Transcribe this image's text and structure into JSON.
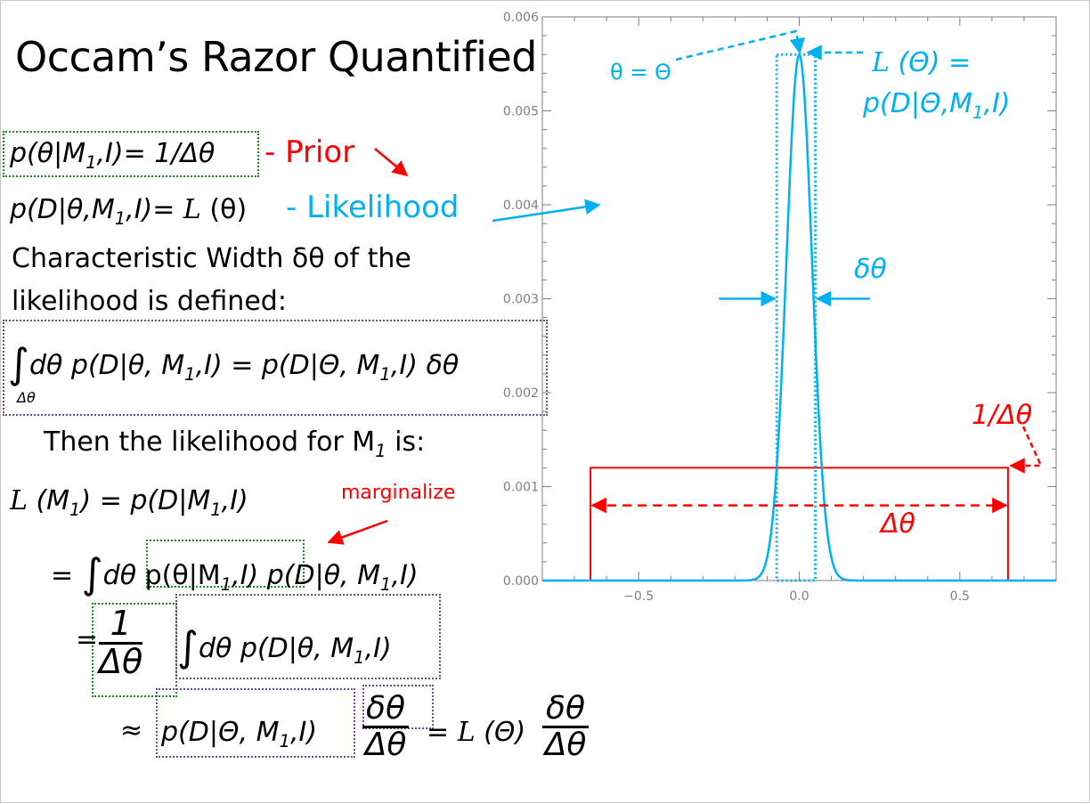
{
  "slide": {
    "title": "Occam’s Razor Quantified",
    "prior_lhs": "p(θ|M",
    "prior_sub": "1",
    "prior_rhs": ",I)= 1/Δθ",
    "prior_tag": "- Prior",
    "like_lhs": "p(D|θ,M",
    "like_sub": "1",
    "like_mid": ",I)= ",
    "like_L": "L",
    "like_arg": " (θ)",
    "like_tag": "- Likelihood",
    "char_line1": "Characteristic Width δθ of the",
    "char_line2": "likelihood is defined:",
    "int_sym": "∫",
    "int_lower": "Δθ",
    "int_body_a": "dθ p(D|θ, M",
    "int_body_sub": "1",
    "int_body_b": ",I) = p(D|Θ, M",
    "int_body_sub2": "1",
    "int_body_c": ",I) δθ",
    "then_a": "Then the likelihood for M",
    "then_sub": "1",
    "then_b": " is:",
    "lm_L": "L",
    "lm_a": " (M",
    "lm_sub": "1",
    "lm_b": ") = p(D|M",
    "lm_sub2": "1",
    "lm_c": ",I)",
    "marg": "marginalize",
    "eq2_a": "= ",
    "eq2_b": "dθ ",
    "eq2_c": "p(θ|M",
    "eq2_sub": "1",
    "eq2_d": ",I)",
    "eq2_e": " p(D|θ, M",
    "eq2_sub2": "1",
    "eq2_f": ",I)",
    "eq3_eq": "=",
    "eq3_num": "1",
    "eq3_den": "Δθ",
    "eq3_body_a": "dθ p(D|θ, M",
    "eq3_sub": "1",
    "eq3_body_b": ",I)",
    "eq4_approx": "≈",
    "eq4_a": "p(D|Θ, M",
    "eq4_sub": "1",
    "eq4_b": ",I)",
    "eq4_num": "δθ",
    "eq4_den": "Δθ",
    "eq4_eq": " = ",
    "eq4_L": "L",
    "eq4_arg": " (Θ) ",
    "eq4_num2": "δθ",
    "eq4_den2": "Δθ"
  },
  "annotations": {
    "theta_eq": "θ = Θ",
    "L_theta_a": "L",
    "L_theta_b": " (Θ) =",
    "L_theta_line2": "p(D|Θ,M",
    "L_theta_sub": "1",
    "L_theta_end": ",I)",
    "delta_theta": "δθ",
    "inv_Delta": "1/Δθ",
    "Delta_theta": "Δθ"
  },
  "colors": {
    "red": "#ff0000",
    "cyan": "#00b0f0",
    "green_box": "#1e8a1e",
    "purple_box": "#6b4c93",
    "axis": "#7f7f7f"
  },
  "chart_data": {
    "type": "line",
    "xlim": [
      -0.8,
      0.8
    ],
    "ylim": [
      0,
      0.006
    ],
    "x_ticks": [
      -0.5,
      0.0,
      0.5
    ],
    "x_tick_labels": [
      "−0.5",
      "0.0",
      "0.5"
    ],
    "y_ticks": [
      0,
      0.001,
      0.002,
      0.003,
      0.004,
      0.005,
      0.006
    ],
    "y_tick_labels": [
      "0.000",
      "0.001",
      "0.002",
      "0.003",
      "0.004",
      "0.005",
      "0.006"
    ],
    "likelihood": {
      "shape": "gaussian",
      "mu": 0.0,
      "sigma": 0.04,
      "peak": 0.0056,
      "color": "#00b0f0"
    },
    "prior": {
      "shape": "uniform",
      "x_min": -0.65,
      "x_max": 0.65,
      "value": 0.0012,
      "color": "#ff0000"
    },
    "width_box": {
      "x_min": -0.07,
      "x_max": 0.05,
      "y_max": 0.0056
    },
    "delta_arrows_y": 0.003,
    "Delta_arrow_y": 0.0008
  }
}
